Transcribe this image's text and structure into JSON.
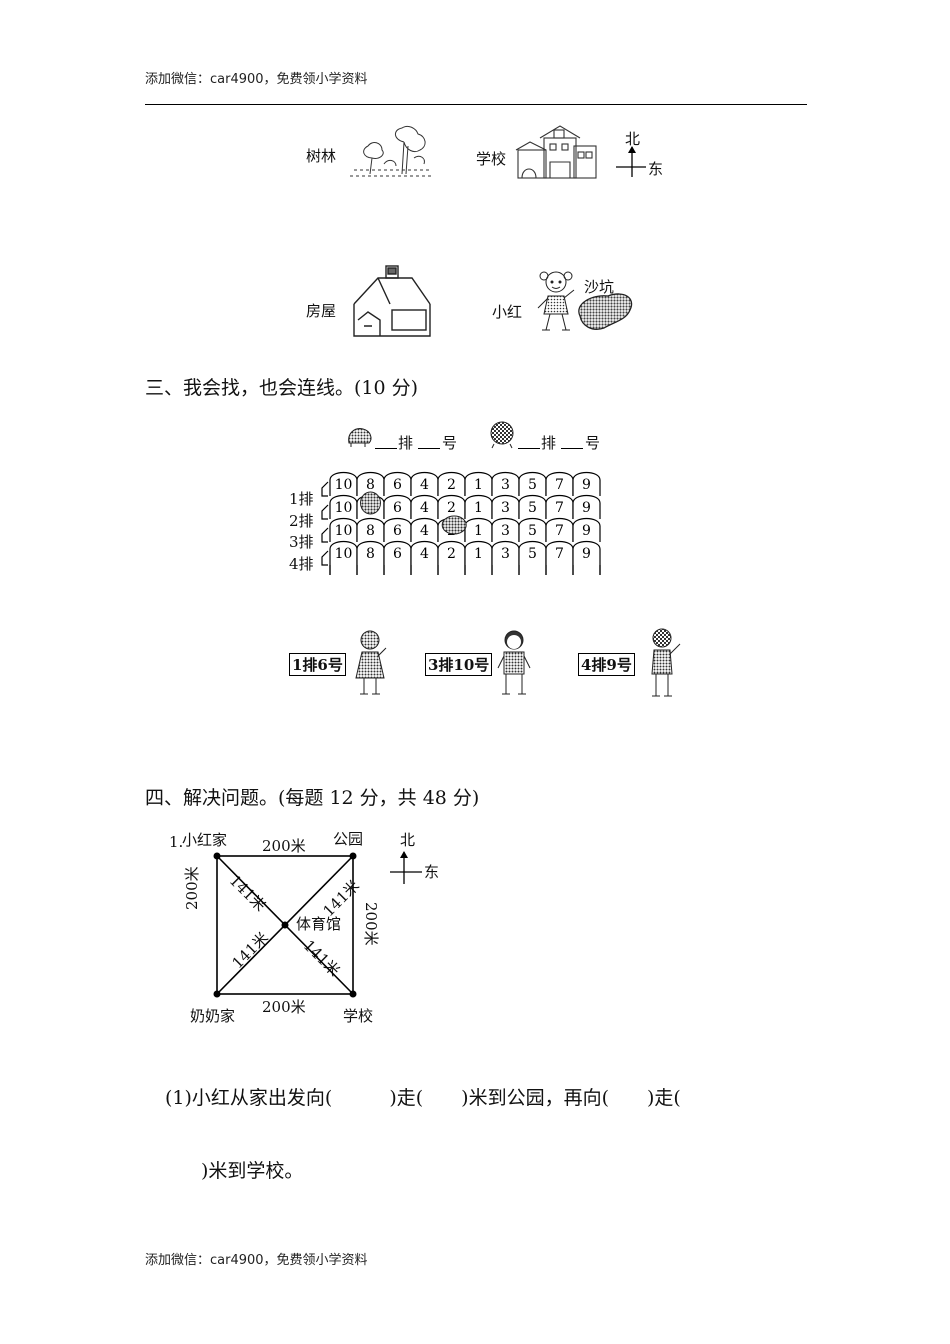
{
  "header": {
    "note": "添加微信：car4900，免费领小学资料"
  },
  "footer": {
    "note": "添加微信：car4900，免费领小学资料"
  },
  "map_scene": {
    "labels": {
      "forest": "树林",
      "school": "学校",
      "house": "房屋",
      "xiaohong": "小红",
      "sandpit": "沙坑"
    },
    "compass": {
      "north": "北",
      "east": "东"
    }
  },
  "section3": {
    "title": "三、我会找，也会连线。(10 分)",
    "blank_row": "排",
    "blank_num": "号",
    "row_labels": [
      "1排",
      "2排",
      "3排",
      "4排"
    ],
    "seat_numbers": [
      "10",
      "8",
      "6",
      "4",
      "2",
      "1",
      "3",
      "5",
      "7",
      "9"
    ],
    "tags": [
      "1排6号",
      "3排10号",
      "4排9号"
    ]
  },
  "section4": {
    "title": "四、解决问题。(每题 12 分，共 48 分)",
    "problem_number": "1.",
    "diagram": {
      "xiaohong_home": "小红家",
      "park": "公园",
      "gym": "体育馆",
      "grandma_home": "奶奶家",
      "school": "学校",
      "top_edge": "200米",
      "bottom_edge": "200米",
      "left_edge": "200米",
      "right_edge": "200米",
      "diag_nw": "141米",
      "diag_ne": "141米",
      "diag_sw": "141米",
      "diag_se": "141米",
      "north": "北",
      "east": "东"
    },
    "q1_line1": "(1)小红从家出发向(　　　)走(　　)米到公园，再向(　　)走(",
    "q1_line2": ")米到学校。"
  }
}
